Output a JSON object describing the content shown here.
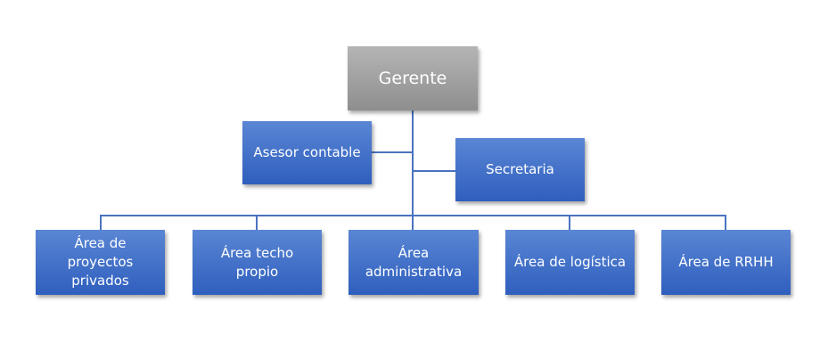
{
  "chart_data": {
    "type": "org-chart",
    "root": {
      "label": "Gerente",
      "color": "#9e9e9e"
    },
    "assistants": [
      {
        "label": "Asesor contable"
      },
      {
        "label": "Secretaria"
      }
    ],
    "children": [
      {
        "label": "Área de proyectos privados"
      },
      {
        "label": "Área techo propio"
      },
      {
        "label": "Área administrativa"
      },
      {
        "label": "Área de logística"
      },
      {
        "label": "Área de RRHH"
      }
    ],
    "node_color": "#4472c4",
    "line_color": "#4a72c0"
  }
}
